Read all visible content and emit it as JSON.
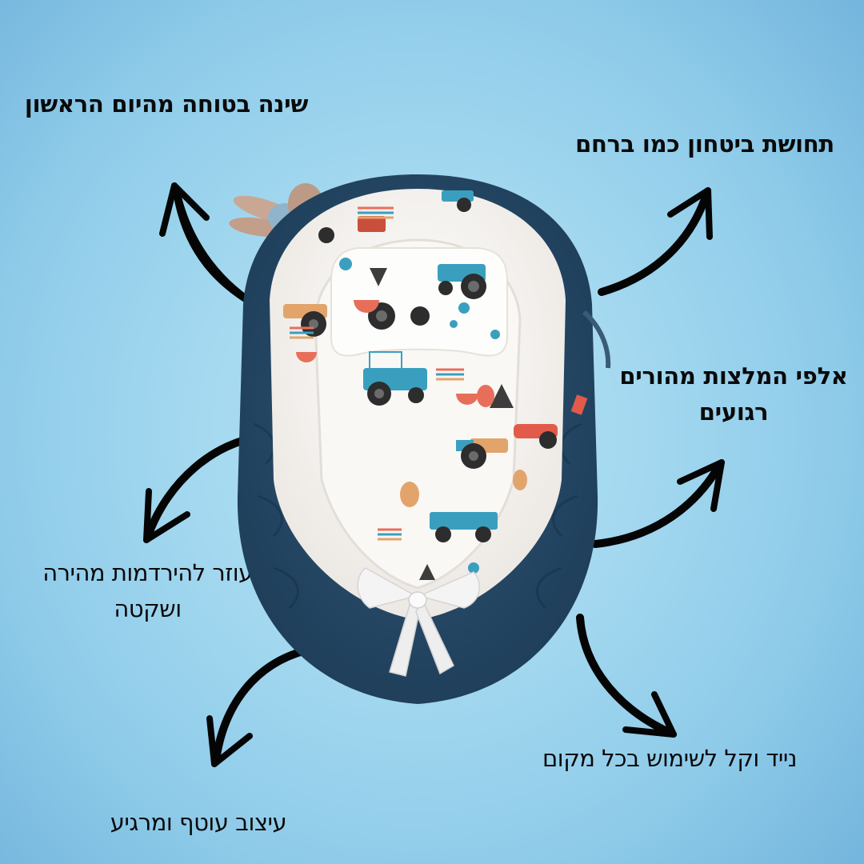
{
  "infographic": {
    "background_colors": {
      "center": "#b3e2f5",
      "edge": "#74b5dd"
    },
    "product": {
      "name": "baby-nest",
      "outer_color": "#264a68",
      "inner_color": "#f7f5f2",
      "pattern": "tractors-and-trees",
      "bow_color": "#f4f4f4",
      "accent_colors": [
        "#3a9fbf",
        "#e76f5a",
        "#e3a46b",
        "#2d2d2d"
      ]
    },
    "captions": [
      {
        "id": "safe-sleep",
        "text": "שינה בטוחה מהיום הראשון",
        "weight": "bold"
      },
      {
        "id": "womb-feeling",
        "text": "תחושת ביטחון כמו ברחם",
        "weight": "bold"
      },
      {
        "id": "recommendations",
        "line1": "אלפי המלצות מהורים",
        "line2": "רגועים",
        "weight": "bold"
      },
      {
        "id": "falls-asleep",
        "line1": "עוזר להירדמות מהירה",
        "line2": "ושקטה",
        "weight": "regular"
      },
      {
        "id": "portable",
        "text": "נייד וקל לשימוש בכל מקום",
        "weight": "regular"
      },
      {
        "id": "enveloping-design",
        "text": "עיצוב עוטף ומרגיע",
        "weight": "regular"
      }
    ],
    "arrows": [
      {
        "id": "arrow-top-left",
        "direction": "up-left"
      },
      {
        "id": "arrow-top-right",
        "direction": "up-right"
      },
      {
        "id": "arrow-mid-left",
        "direction": "down-left"
      },
      {
        "id": "arrow-mid-right",
        "direction": "up-right"
      },
      {
        "id": "arrow-bottom-left",
        "direction": "down-left"
      },
      {
        "id": "arrow-bottom-right",
        "direction": "down-right"
      }
    ]
  }
}
